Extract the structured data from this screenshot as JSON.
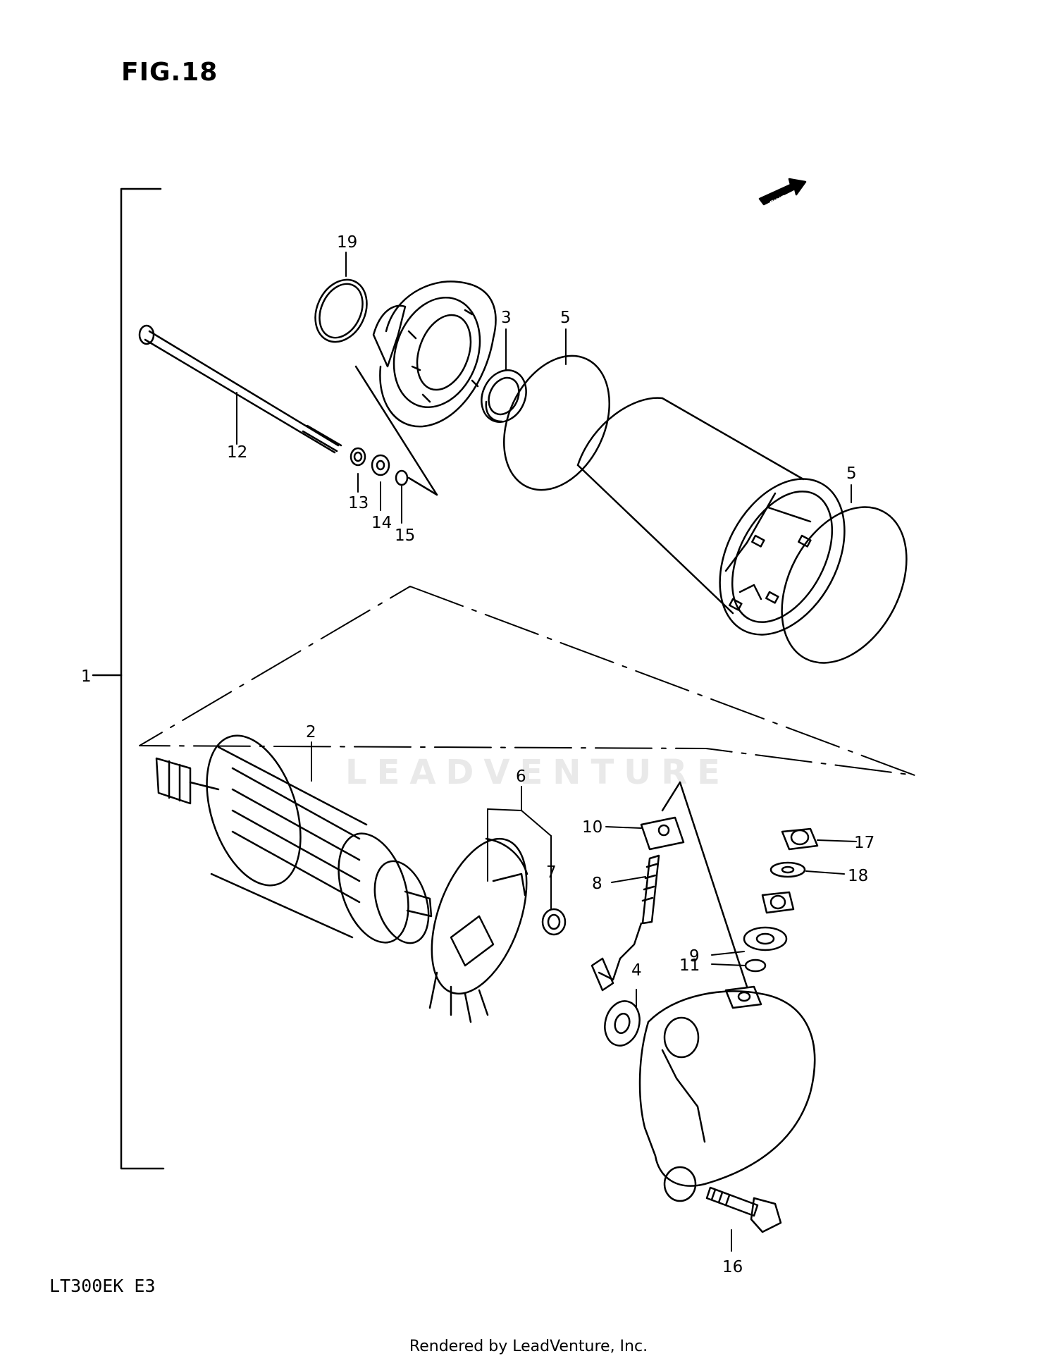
{
  "figure": {
    "title": "FIG.18"
  },
  "model_code": "LT300EK  E3",
  "footer_text": "Rendered by LeadVenture, Inc.",
  "watermark_text": "LEADVENTURE",
  "fwd_label": "FWD",
  "callouts": {
    "c1": "1",
    "c2": "2",
    "c3": "3",
    "c4": "4",
    "c5a": "5",
    "c5b": "5",
    "c6": "6",
    "c7": "7",
    "c8": "8",
    "c9": "9",
    "c10": "10",
    "c11": "11",
    "c12": "12",
    "c13": "13",
    "c14": "14",
    "c15": "15",
    "c16": "16",
    "c17": "17",
    "c18": "18",
    "c19": "19"
  }
}
